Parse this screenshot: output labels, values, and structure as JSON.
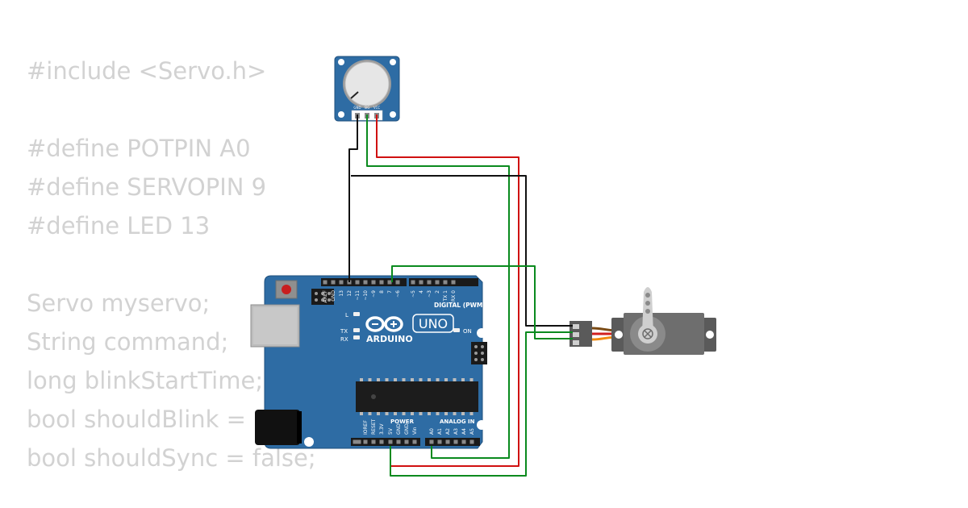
{
  "code": {
    "lines": [
      "#include <Servo.h>",
      "",
      "#define POTPIN A0",
      "#define SERVOPIN 9",
      "#define LED 13",
      "",
      "Servo myservo;",
      "String command;",
      "long blinkStartTime;",
      "bool shouldBlink = ",
      "bool shouldSync = false;"
    ]
  },
  "potentiometer": {
    "pins": [
      "GND",
      "SIG",
      "VCC"
    ]
  },
  "arduino": {
    "logo_text": "ARDUINO",
    "model": "UNO",
    "digital_label": "DIGITAL (PWM ~)",
    "power_label": "POWER",
    "analog_label": "ANALOG IN",
    "led_l": "L",
    "led_tx": "TX",
    "led_rx": "RX",
    "led_on": "ON",
    "top_pins": [
      "AREF",
      "GND",
      "13",
      "12",
      "~11",
      "~10",
      "~9",
      "8",
      "7",
      "~6",
      "~5",
      "4",
      "~3",
      "2",
      "TX 1",
      "RX 0"
    ],
    "bottom_pins": [
      "IOREF",
      "RESET",
      "3.3V",
      "5V",
      "GND",
      "GND",
      "Vin",
      "A0",
      "A1",
      "A2",
      "A3",
      "A4",
      "A5"
    ]
  },
  "colors": {
    "board": "#2e6ca4",
    "board_dark": "#1f4f7c",
    "wire_red": "#d01010",
    "wire_green": "#0a8a1e",
    "wire_black": "#111111",
    "code_text": "#d2d2d2"
  }
}
